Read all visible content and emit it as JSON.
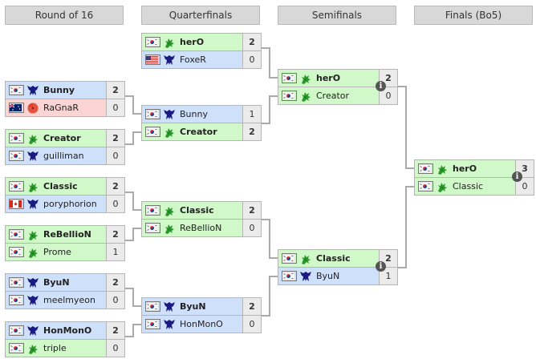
{
  "rounds": [
    {
      "label": "Round of 16"
    },
    {
      "label": "Quarterfinals"
    },
    {
      "label": "Semifinals"
    },
    {
      "label": "Finals (Bo5)"
    }
  ],
  "colors": {
    "terran_bg": "#d0f8c8",
    "protoss_bg": "#cfe0fb",
    "zerg_bg": "#fbd4d4",
    "header_bg": "#d8d8d8",
    "line": "#aaaaaa"
  },
  "matches": {
    "r16": [
      {
        "p1": {
          "name": "Bunny",
          "flag": "kr",
          "race": "P",
          "score": "2",
          "win": true
        },
        "p2": {
          "name": "RaGnaR",
          "flag": "au",
          "race": "Z",
          "score": "0",
          "win": false
        }
      },
      {
        "p1": {
          "name": "Creator",
          "flag": "kr",
          "race": "T",
          "score": "2",
          "win": true
        },
        "p2": {
          "name": "guilliman",
          "flag": "kr",
          "race": "P",
          "score": "0",
          "win": false
        }
      },
      {
        "p1": {
          "name": "Classic",
          "flag": "kr",
          "race": "T",
          "score": "2",
          "win": true
        },
        "p2": {
          "name": "poryphorion",
          "flag": "ca",
          "race": "P",
          "score": "0",
          "win": false
        }
      },
      {
        "p1": {
          "name": "ReBellioN",
          "flag": "kr",
          "race": "T",
          "score": "2",
          "win": true
        },
        "p2": {
          "name": "Prome",
          "flag": "kr",
          "race": "T",
          "score": "1",
          "win": false
        }
      },
      {
        "p1": {
          "name": "ByuN",
          "flag": "kr",
          "race": "P",
          "score": "2",
          "win": true
        },
        "p2": {
          "name": "meelmyeon",
          "flag": "kr",
          "race": "P",
          "score": "0",
          "win": false
        }
      },
      {
        "p1": {
          "name": "HonMonO",
          "flag": "kr",
          "race": "P",
          "score": "2",
          "win": true
        },
        "p2": {
          "name": "triple",
          "flag": "kr",
          "race": "T",
          "score": "0",
          "win": false
        }
      }
    ],
    "qf": [
      {
        "p1": {
          "name": "herO",
          "flag": "kr",
          "race": "T",
          "score": "2",
          "win": true
        },
        "p2": {
          "name": "FoxeR",
          "flag": "us",
          "race": "P",
          "score": "0",
          "win": false
        }
      },
      {
        "p1": {
          "name": "Bunny",
          "flag": "kr",
          "race": "P",
          "score": "1",
          "win": false
        },
        "p2": {
          "name": "Creator",
          "flag": "kr",
          "race": "T",
          "score": "2",
          "win": true
        }
      },
      {
        "p1": {
          "name": "Classic",
          "flag": "kr",
          "race": "T",
          "score": "2",
          "win": true
        },
        "p2": {
          "name": "ReBellioN",
          "flag": "kr",
          "race": "T",
          "score": "0",
          "win": false
        }
      },
      {
        "p1": {
          "name": "ByuN",
          "flag": "kr",
          "race": "P",
          "score": "2",
          "win": true
        },
        "p2": {
          "name": "HonMonO",
          "flag": "kr",
          "race": "P",
          "score": "0",
          "win": false
        }
      }
    ],
    "sf": [
      {
        "p1": {
          "name": "herO",
          "flag": "kr",
          "race": "T",
          "score": "2",
          "win": true
        },
        "p2": {
          "name": "Creator",
          "flag": "kr",
          "race": "T",
          "score": "0",
          "win": false
        },
        "info": true
      },
      {
        "p1": {
          "name": "Classic",
          "flag": "kr",
          "race": "T",
          "score": "2",
          "win": true
        },
        "p2": {
          "name": "ByuN",
          "flag": "kr",
          "race": "P",
          "score": "1",
          "win": false
        },
        "info": true
      }
    ],
    "final": [
      {
        "p1": {
          "name": "herO",
          "flag": "kr",
          "race": "T",
          "score": "3",
          "win": true
        },
        "p2": {
          "name": "Classic",
          "flag": "kr",
          "race": "T",
          "score": "0",
          "win": false
        },
        "info": true
      }
    ]
  },
  "info_icon_label": "i"
}
